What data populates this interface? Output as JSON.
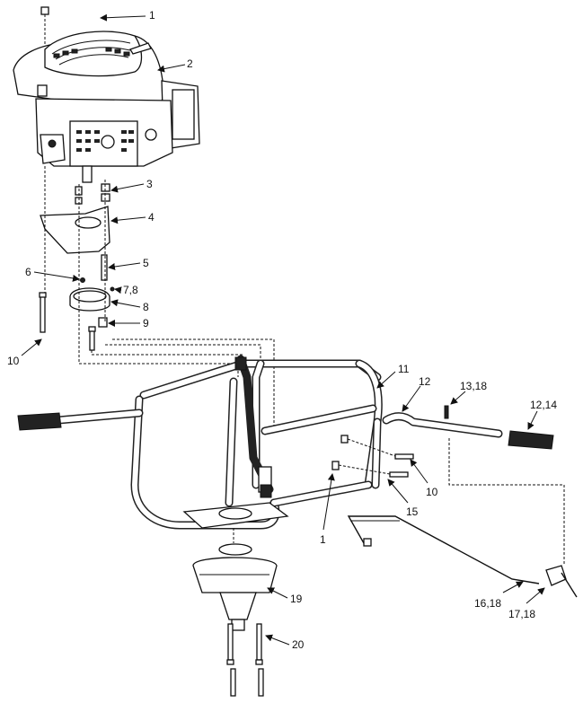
{
  "callouts": [
    {
      "id": "c1a",
      "text": "1"
    },
    {
      "id": "c2",
      "text": "2"
    },
    {
      "id": "c3",
      "text": "3"
    },
    {
      "id": "c4",
      "text": "4"
    },
    {
      "id": "c5",
      "text": "5"
    },
    {
      "id": "c6",
      "text": "6"
    },
    {
      "id": "c78",
      "text": "7,8"
    },
    {
      "id": "c8",
      "text": "8"
    },
    {
      "id": "c9",
      "text": "9"
    },
    {
      "id": "c10a",
      "text": "10"
    },
    {
      "id": "c11",
      "text": "11"
    },
    {
      "id": "c12",
      "text": "12"
    },
    {
      "id": "c1318",
      "text": "13,18"
    },
    {
      "id": "c1214",
      "text": "12,14"
    },
    {
      "id": "c10b",
      "text": "10"
    },
    {
      "id": "c15",
      "text": "15"
    },
    {
      "id": "c1b",
      "text": "1"
    },
    {
      "id": "c19",
      "text": "19"
    },
    {
      "id": "c20",
      "text": "20"
    },
    {
      "id": "c1618",
      "text": "16,18"
    },
    {
      "id": "c1718",
      "text": "17,18"
    }
  ],
  "icons": {
    "engine": "engine-icon",
    "frame": "handle-frame-icon"
  }
}
